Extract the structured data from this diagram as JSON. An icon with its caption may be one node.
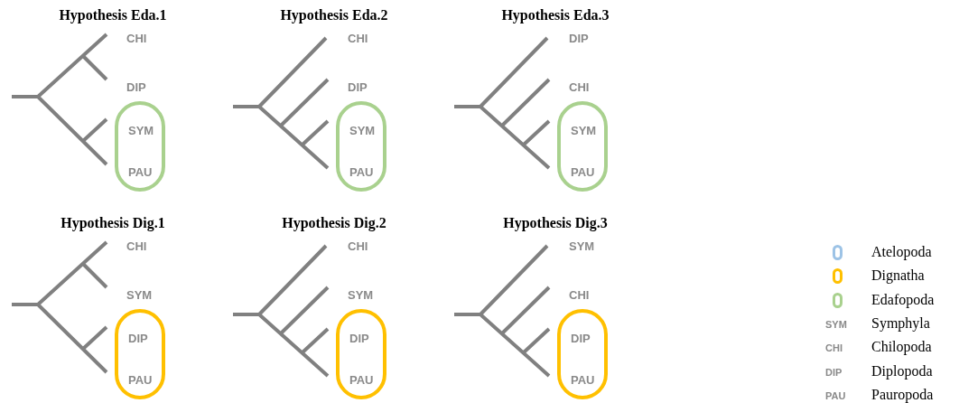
{
  "diagram": {
    "nodes": [
      {
        "text": [
          "Hypothesis Eda.1"
        ]
      },
      {
        "text": [
          "CHI"
        ],
        "in": 0
      },
      {
        "text": [
          "DIP"
        ],
        "in": 0
      },
      {
        "text": [],
        "shape": "box",
        "in": 0
      },
      {
        "text": [
          "SYM"
        ],
        "in": 3
      },
      {
        "text": [
          "PAU"
        ],
        "in": 3
      },
      {
        "text": [
          "Hypothesis Eda.2"
        ]
      },
      {
        "text": [
          "CHI"
        ],
        "in": 6
      },
      {
        "text": [
          "DIP"
        ],
        "in": 6
      },
      {
        "text": [],
        "shape": "box",
        "in": 6
      },
      {
        "text": [
          "SYM"
        ],
        "in": 9
      },
      {
        "text": [
          "PAU"
        ],
        "in": 9
      },
      {
        "text": [
          "Hypothesis Eda.3"
        ]
      },
      {
        "text": [
          "DIP"
        ],
        "in": 12
      },
      {
        "text": [
          "CHI"
        ],
        "in": 12
      },
      {
        "text": [],
        "shape": "box",
        "in": 12
      },
      {
        "text": [
          "SYM"
        ],
        "in": 15
      },
      {
        "text": [
          "PAU"
        ],
        "in": 15
      },
      {
        "text": [
          "Hypothesis Dig.1"
        ]
      },
      {
        "text": [
          "CHI"
        ],
        "in": 18
      },
      {
        "text": [
          "SYM"
        ],
        "in": 18
      },
      {
        "text": [],
        "shape": "box",
        "in": 18
      },
      {
        "text": [
          "DIP"
        ],
        "in": 21
      },
      {
        "text": [
          "PAU"
        ],
        "in": 21
      },
      {
        "text": [
          "Hypothesis Dig.2"
        ]
      },
      {
        "text": [
          "CHI"
        ],
        "in": 24
      },
      {
        "text": [
          "SYM"
        ],
        "in": 24
      },
      {
        "text": [],
        "shape": "box",
        "in": 24
      },
      {
        "text": [
          "DIP"
        ],
        "in": 27
      },
      {
        "text": [
          "PAU"
        ],
        "in": 27
      },
      {
        "text": [
          "Hypothesis Dig.3"
        ]
      },
      {
        "text": [
          "SYM"
        ],
        "in": 30
      },
      {
        "text": [
          "CHI"
        ],
        "in": 30
      },
      {
        "text": [],
        "shape": "box",
        "in": 30
      },
      {
        "text": [
          "DIP"
        ],
        "in": 33
      },
      {
        "text": [
          "PAU"
        ],
        "in": 33
      }
    ],
    "labels": [
      "SYM",
      "CHI",
      "DIP",
      "PAU"
    ],
    "legend": [
      {
        "text": "Atelopoda",
        "color": "#9dc3e6"
      },
      {
        "text": "Dignatha",
        "color": "#ffc000"
      },
      {
        "text": "Edafopoda",
        "color": "#a9d18e"
      },
      {
        "text": "Symphyla"
      },
      {
        "text": "Chilopoda"
      },
      {
        "text": "Diplopoda"
      },
      {
        "text": "Pauropoda"
      }
    ]
  }
}
